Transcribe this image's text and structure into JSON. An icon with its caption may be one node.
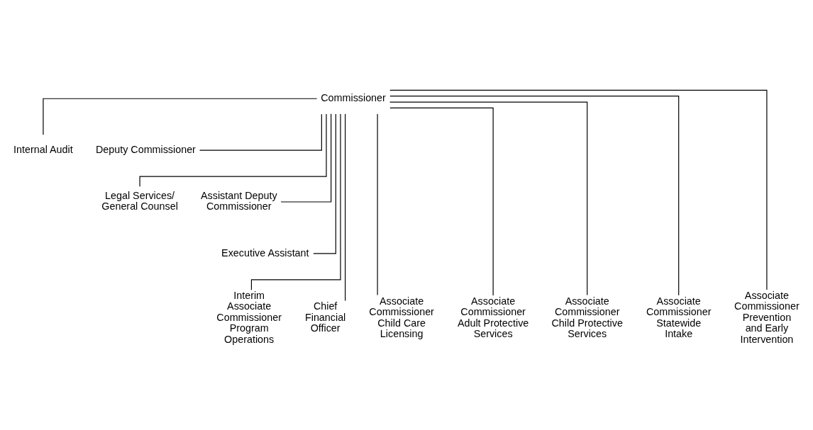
{
  "diagram": {
    "nodes": [
      {
        "text": [
          "Commissioner"
        ]
      },
      {
        "text": [
          "Internal Audit"
        ]
      },
      {
        "text": [
          "Deputy Commissioner"
        ]
      },
      {
        "text": [
          "Legal Services/ General Counsel"
        ]
      },
      {
        "text": [
          "Assistant Deputy Commissioner"
        ]
      },
      {
        "text": [
          "Executive Assistant"
        ]
      },
      {
        "text": [
          "Interim Associate Commissioner Program Operations"
        ]
      },
      {
        "text": [
          "Chief Financial Officer"
        ]
      },
      {
        "text": [
          "Associate Commissioner Child Care Licensing"
        ]
      },
      {
        "text": [
          "Associate Commissioner Adult Protective Services"
        ]
      },
      {
        "text": [
          "Associate Commissioner Child Protective Services"
        ]
      },
      {
        "text": [
          "Associate Commissioner Statewide Intake"
        ]
      },
      {
        "text": [
          "Associate Commissioner Prevention and Early Intervention"
        ]
      }
    ],
    "edges": [
      {
        "from": 0,
        "to": 1,
        "arrow": "none"
      },
      {
        "from": 0,
        "to": 2,
        "arrow": "none"
      },
      {
        "from": 0,
        "to": 3,
        "arrow": "none"
      },
      {
        "from": 0,
        "to": 4,
        "arrow": "none"
      },
      {
        "from": 0,
        "to": 5,
        "arrow": "none"
      },
      {
        "from": 0,
        "to": 6,
        "arrow": "none"
      },
      {
        "from": 0,
        "to": 7,
        "arrow": "none"
      },
      {
        "from": 0,
        "to": 8,
        "arrow": "none"
      },
      {
        "from": 0,
        "to": 9,
        "arrow": "none"
      },
      {
        "from": 0,
        "to": 10,
        "arrow": "none"
      },
      {
        "from": 0,
        "to": 11,
        "arrow": "none"
      },
      {
        "from": 0,
        "to": 12,
        "arrow": "none"
      }
    ]
  }
}
